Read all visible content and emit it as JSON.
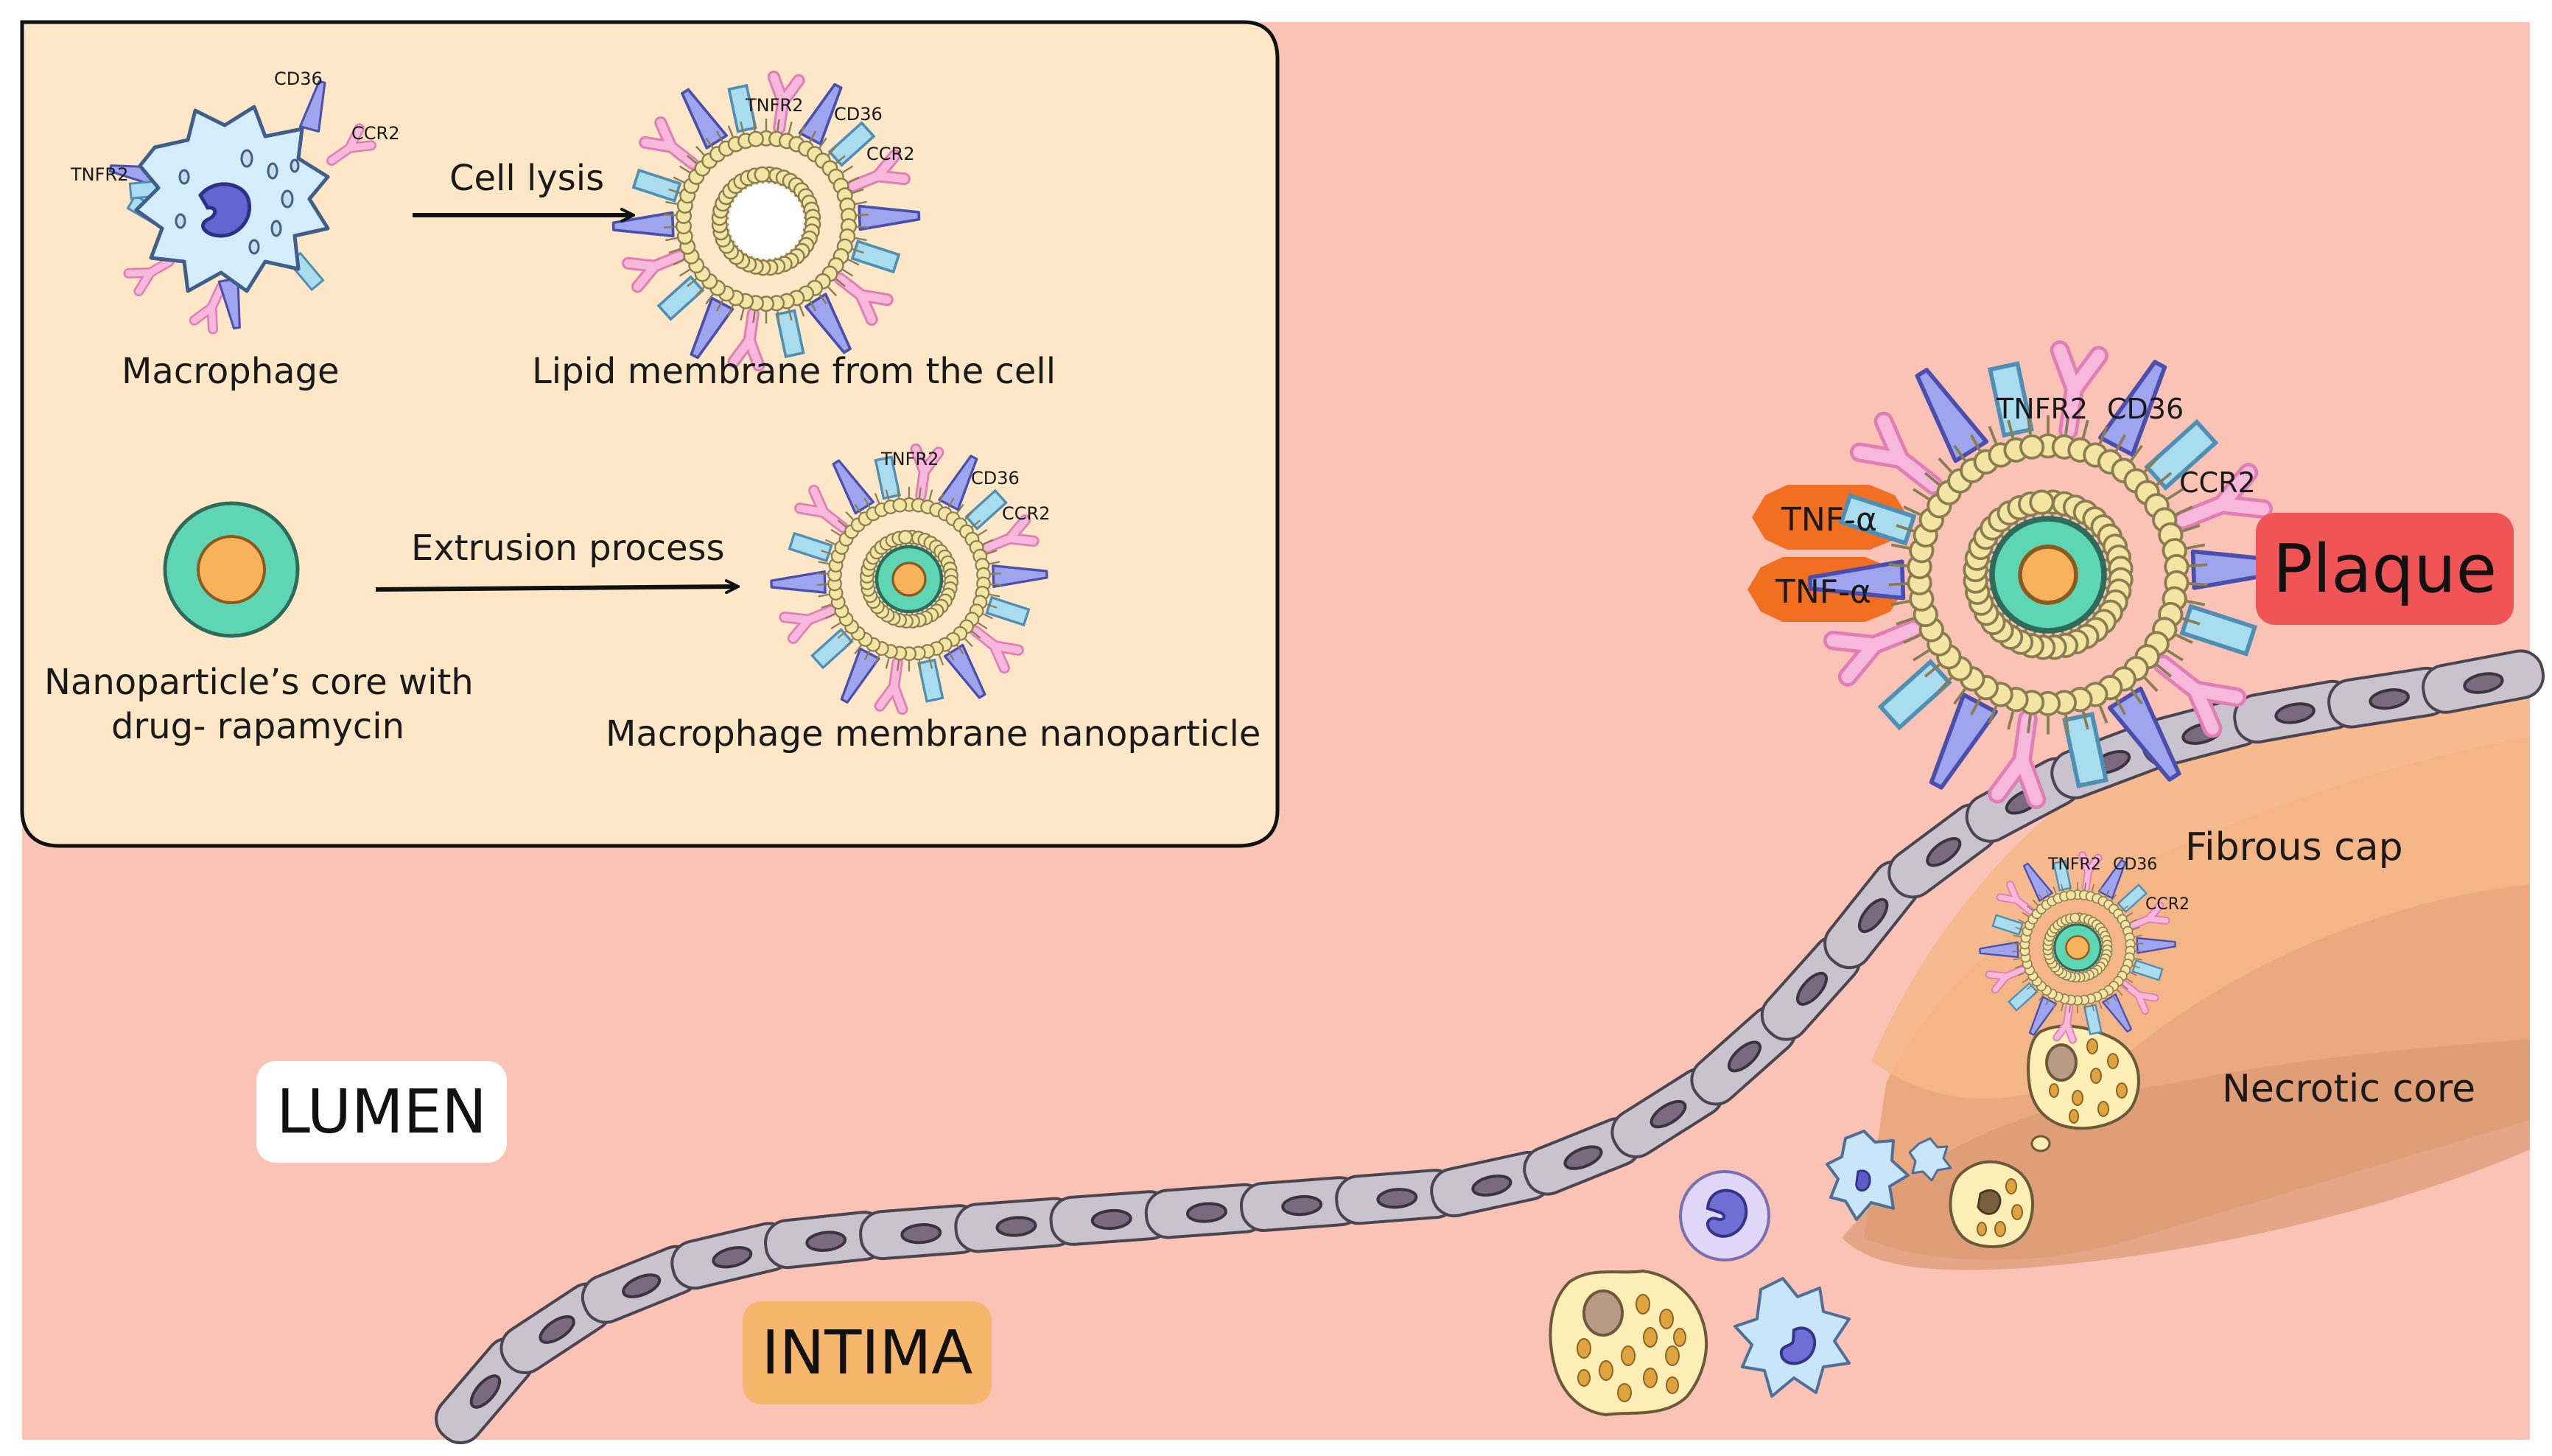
{
  "inset": {
    "macrophage_label": "Macrophage",
    "lysis_arrow_label": "Cell lysis",
    "lipid_label": "Lipid membrane from the cell",
    "core_label_line1": "Nanoparticle’s core with",
    "core_label_line2": "drug- rapamycin",
    "extrusion_arrow_label": "Extrusion process",
    "nanoparticle_label": "Macrophage membrane nanoparticle",
    "receptors": {
      "tnfr2": "TNFR2",
      "cd36": "CD36",
      "ccr2": "CCR2"
    }
  },
  "tissue": {
    "lumen": "LUMEN",
    "intima": "INTIMA",
    "plaque": "Plaque",
    "fibrous_cap": "Fibrous cap",
    "necrotic_core": "Necrotic core",
    "cytokine": "TNF-α"
  },
  "colors": {
    "background": "#fac3b6",
    "inset_panel": "#fde7c6",
    "membrane_yellow": "#f4e6a2",
    "core_teal": "#5fd6b3",
    "core_orange": "#f8b25c",
    "tnfr2_pink": "#f8b8dc",
    "cd36_purple": "#9ea4ee",
    "ccr2_blue": "#a9dcef",
    "endothelial_cell": "#c9c3cd",
    "plaque_tag": "#f05454",
    "intima_tag": "#f6b66c",
    "cytokine": "#f26f22"
  }
}
